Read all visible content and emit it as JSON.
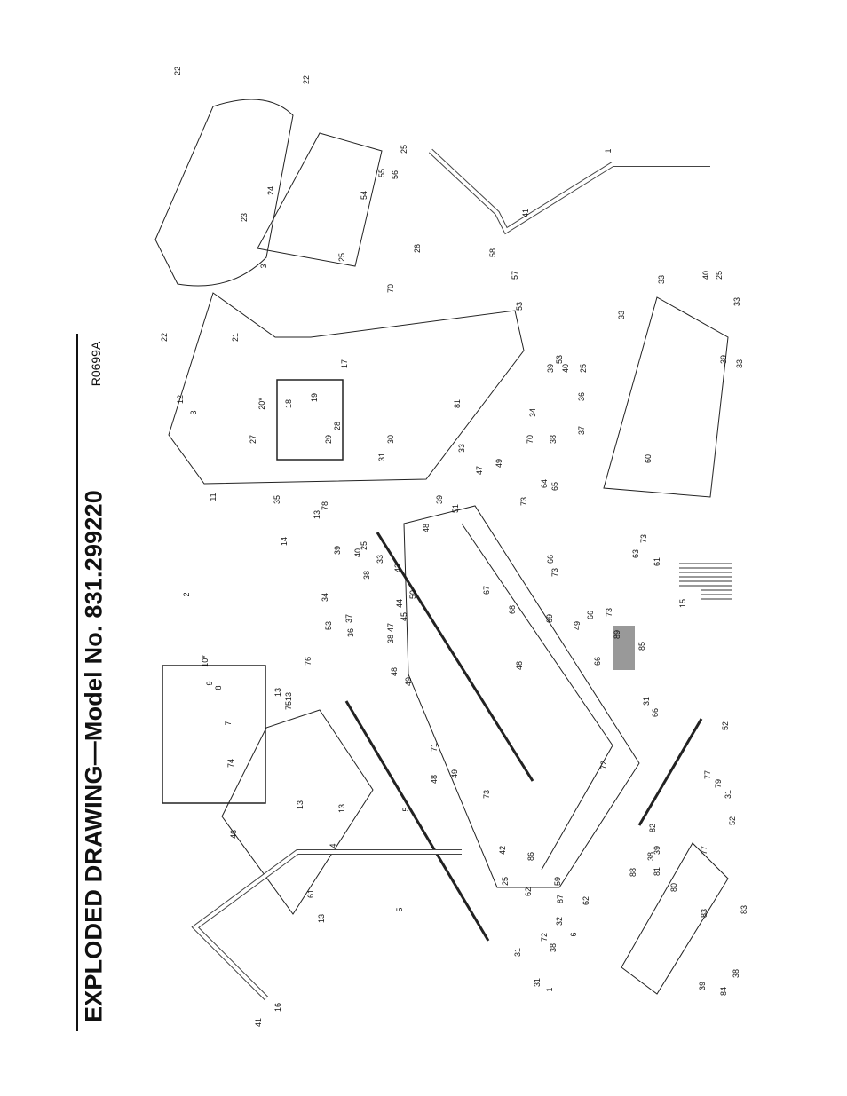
{
  "title": "EXPLODED DRAWING—Model No. 831.299220",
  "drawing_code": "R0699A",
  "part_labels": [
    "22",
    "22",
    "22",
    "23",
    "24",
    "25",
    "25",
    "55",
    "56",
    "54",
    "1",
    "41",
    "26",
    "70",
    "58",
    "57",
    "53",
    "3",
    "3",
    "21",
    "12",
    "20*",
    "27",
    "11",
    "17",
    "18",
    "19",
    "28",
    "29",
    "30",
    "31",
    "81",
    "33",
    "34",
    "53",
    "39",
    "40",
    "25",
    "36",
    "37",
    "38",
    "33",
    "33",
    "40",
    "25",
    "33",
    "39",
    "33",
    "60",
    "70",
    "64",
    "47",
    "49",
    "73",
    "65",
    "35",
    "14",
    "13",
    "78",
    "39",
    "40",
    "25",
    "33",
    "43",
    "38",
    "34",
    "53",
    "37",
    "36",
    "2",
    "48",
    "39",
    "51",
    "50",
    "45",
    "44",
    "47",
    "38",
    "48",
    "49",
    "66",
    "73",
    "61",
    "63",
    "73",
    "67",
    "68",
    "69",
    "49",
    "66",
    "73",
    "89",
    "48",
    "85",
    "5",
    "10*",
    "9",
    "8",
    "7",
    "74",
    "75",
    "13",
    "76",
    "71",
    "13",
    "46",
    "4",
    "13",
    "13",
    "61",
    "13",
    "5",
    "48",
    "49",
    "73",
    "42",
    "25",
    "62",
    "72",
    "59",
    "86",
    "87",
    "72",
    "62",
    "66",
    "66",
    "31",
    "52",
    "77",
    "82",
    "38",
    "88",
    "81",
    "80",
    "79",
    "31",
    "52",
    "77",
    "39",
    "83",
    "84",
    "83",
    "39",
    "38",
    "38",
    "6",
    "32",
    "31",
    "31",
    "1",
    "41",
    "16",
    "15"
  ]
}
